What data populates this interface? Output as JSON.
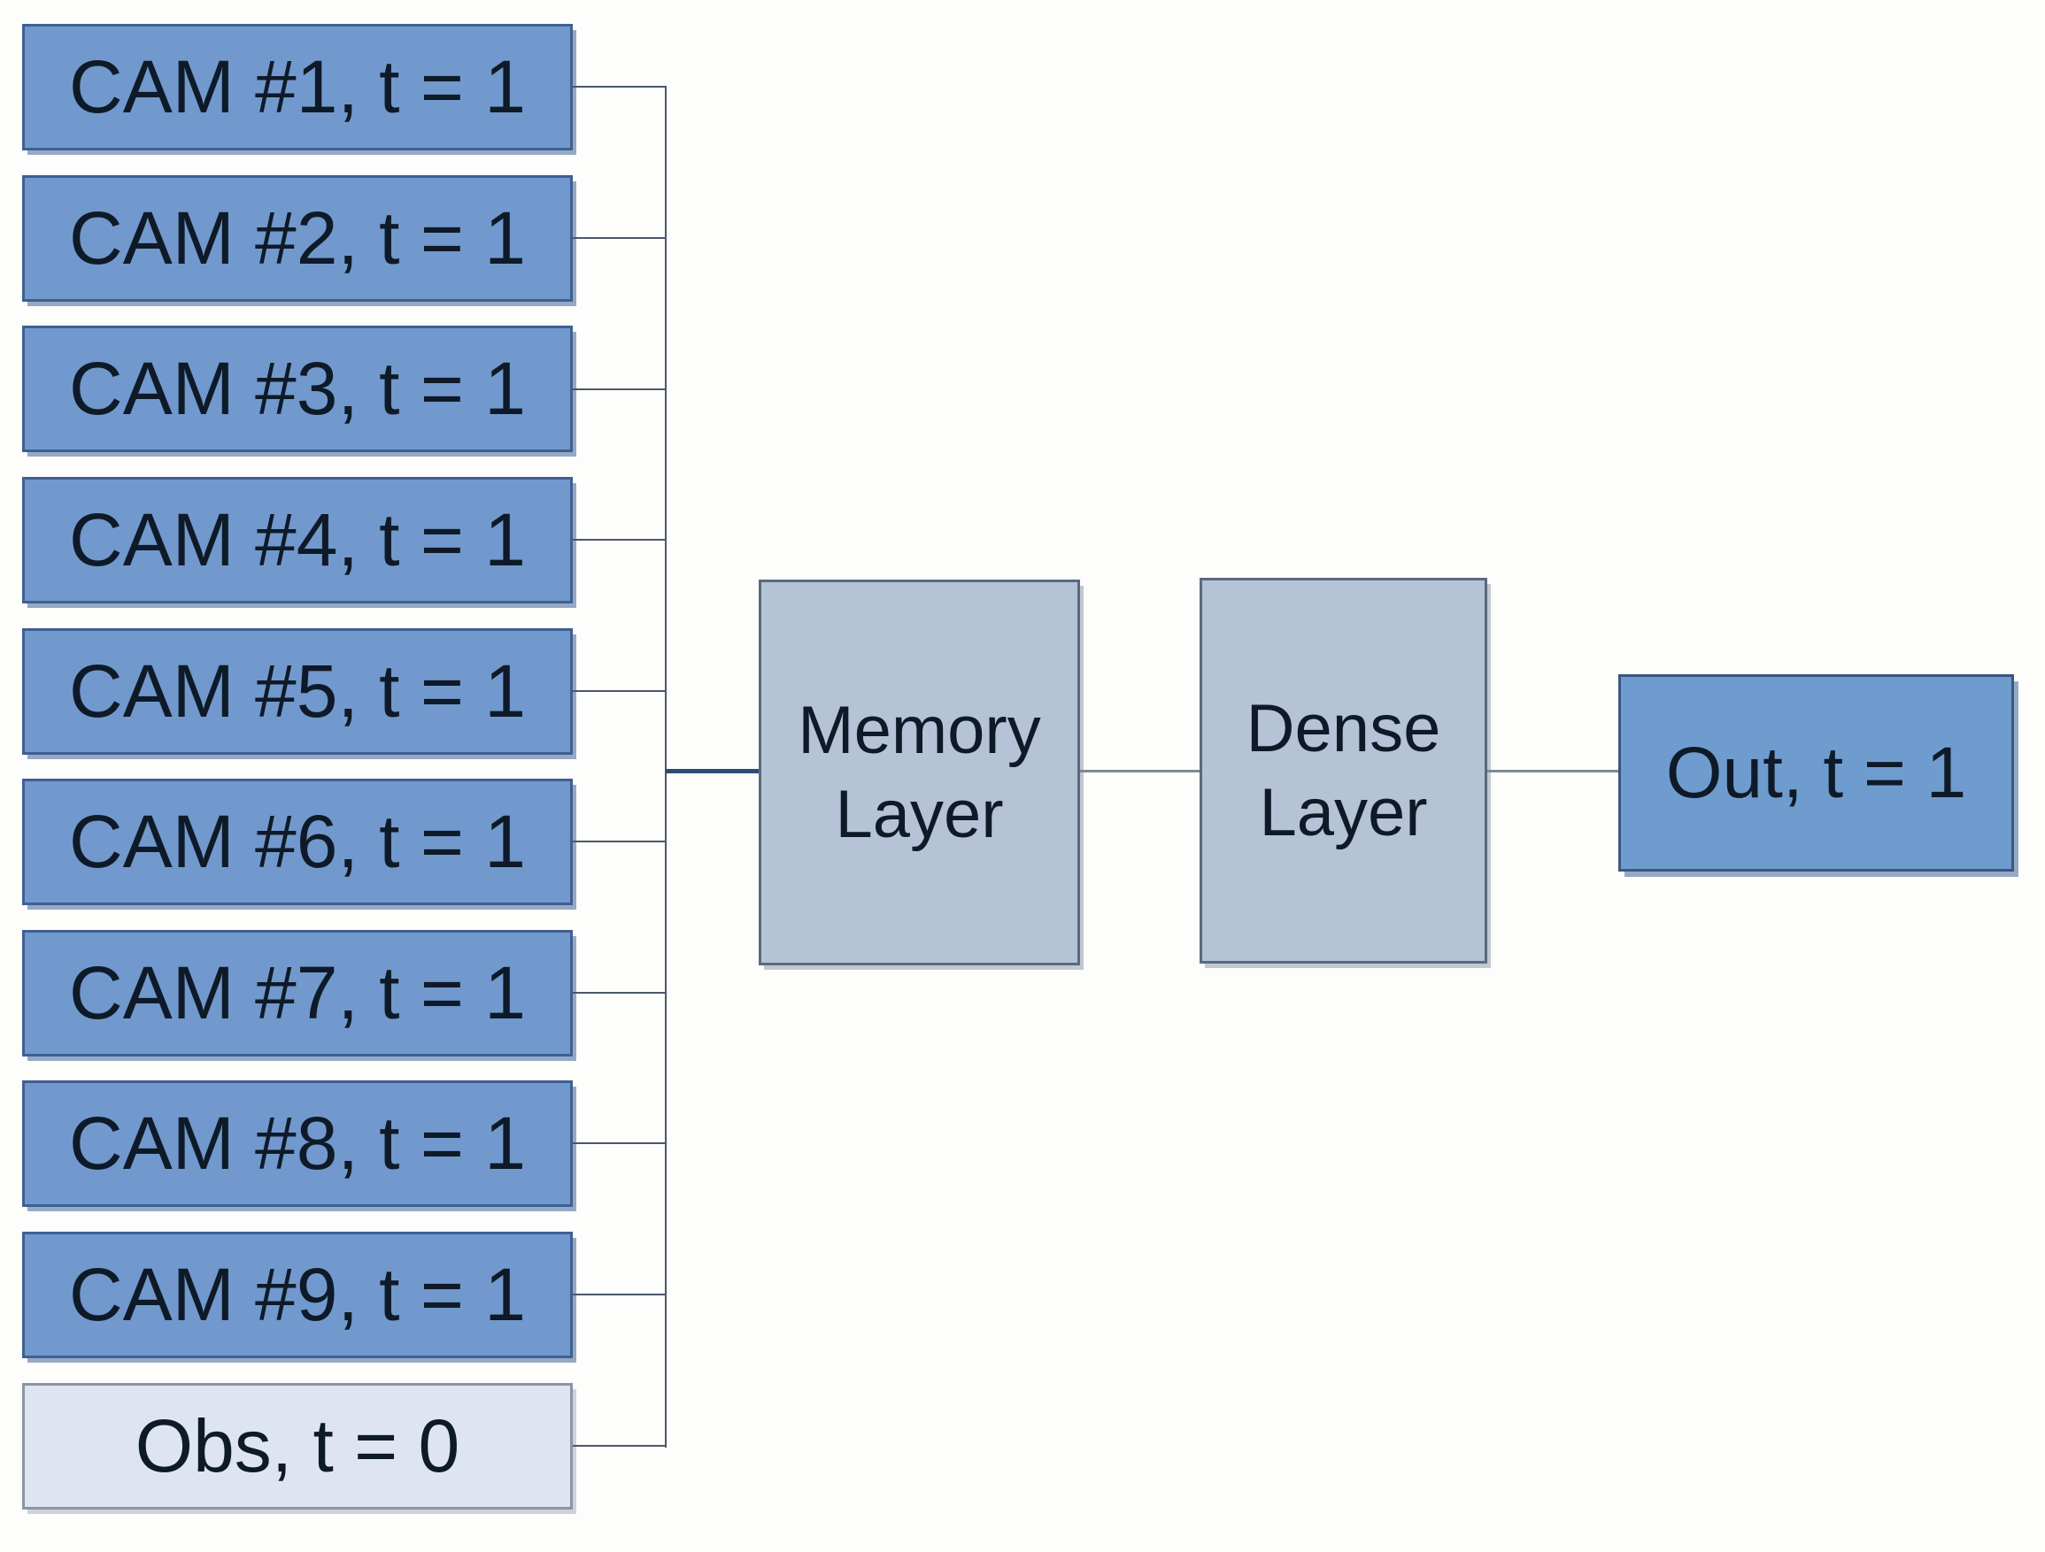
{
  "diagram": {
    "inputs": [
      {
        "label": "CAM #1, t = 1"
      },
      {
        "label": "CAM #2, t = 1"
      },
      {
        "label": "CAM #3, t = 1"
      },
      {
        "label": "CAM #4, t = 1"
      },
      {
        "label": "CAM #5, t = 1"
      },
      {
        "label": "CAM #6, t = 1"
      },
      {
        "label": "CAM #7, t = 1"
      },
      {
        "label": "CAM #8, t = 1"
      },
      {
        "label": "CAM #9, t = 1"
      },
      {
        "label": "Obs, t = 0"
      }
    ],
    "memory_layer": {
      "label": "Memory Layer"
    },
    "dense_layer": {
      "label": "Dense Layer"
    },
    "output": {
      "label": "Out, t = 1"
    },
    "colors": {
      "cam_fill": "#7199cd",
      "cam_border": "#3f5f93",
      "obs_fill": "#dfe5f0",
      "obs_border": "#8b95a3",
      "layer_fill": "#b5c3d6",
      "layer_border": "#5a6a7e",
      "out_fill": "#6f9ccf",
      "out_border": "#3a587e",
      "bus_line": "#4b576c",
      "connector_dark": "#2d4b75",
      "connector_gray": "#7e8994",
      "text": "#0f1a28"
    }
  }
}
